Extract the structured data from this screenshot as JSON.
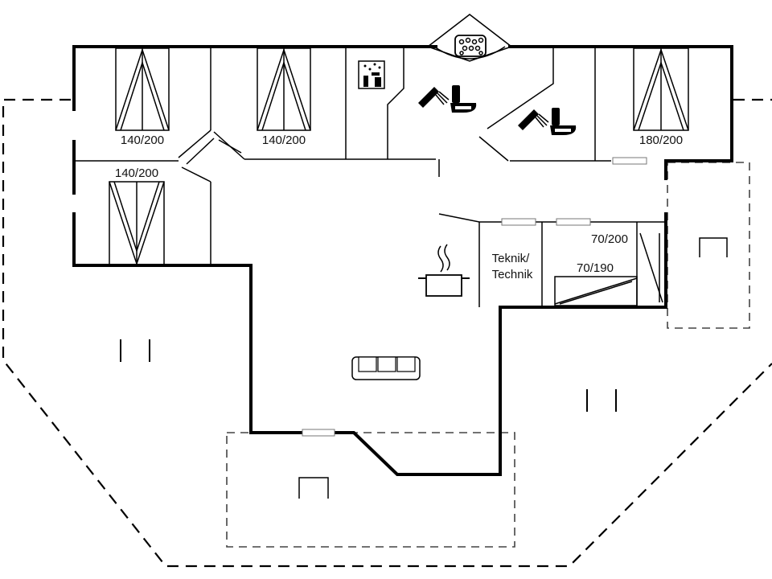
{
  "plan": {
    "bed_labels": {
      "bed1": "140/200",
      "bed2": "140/200",
      "bed3": "140/200",
      "bed4": "180/200",
      "bed5": "70/200",
      "bed6": "70/190"
    },
    "utility_room": {
      "line1": "Teknik/",
      "line2": "Technik"
    }
  }
}
